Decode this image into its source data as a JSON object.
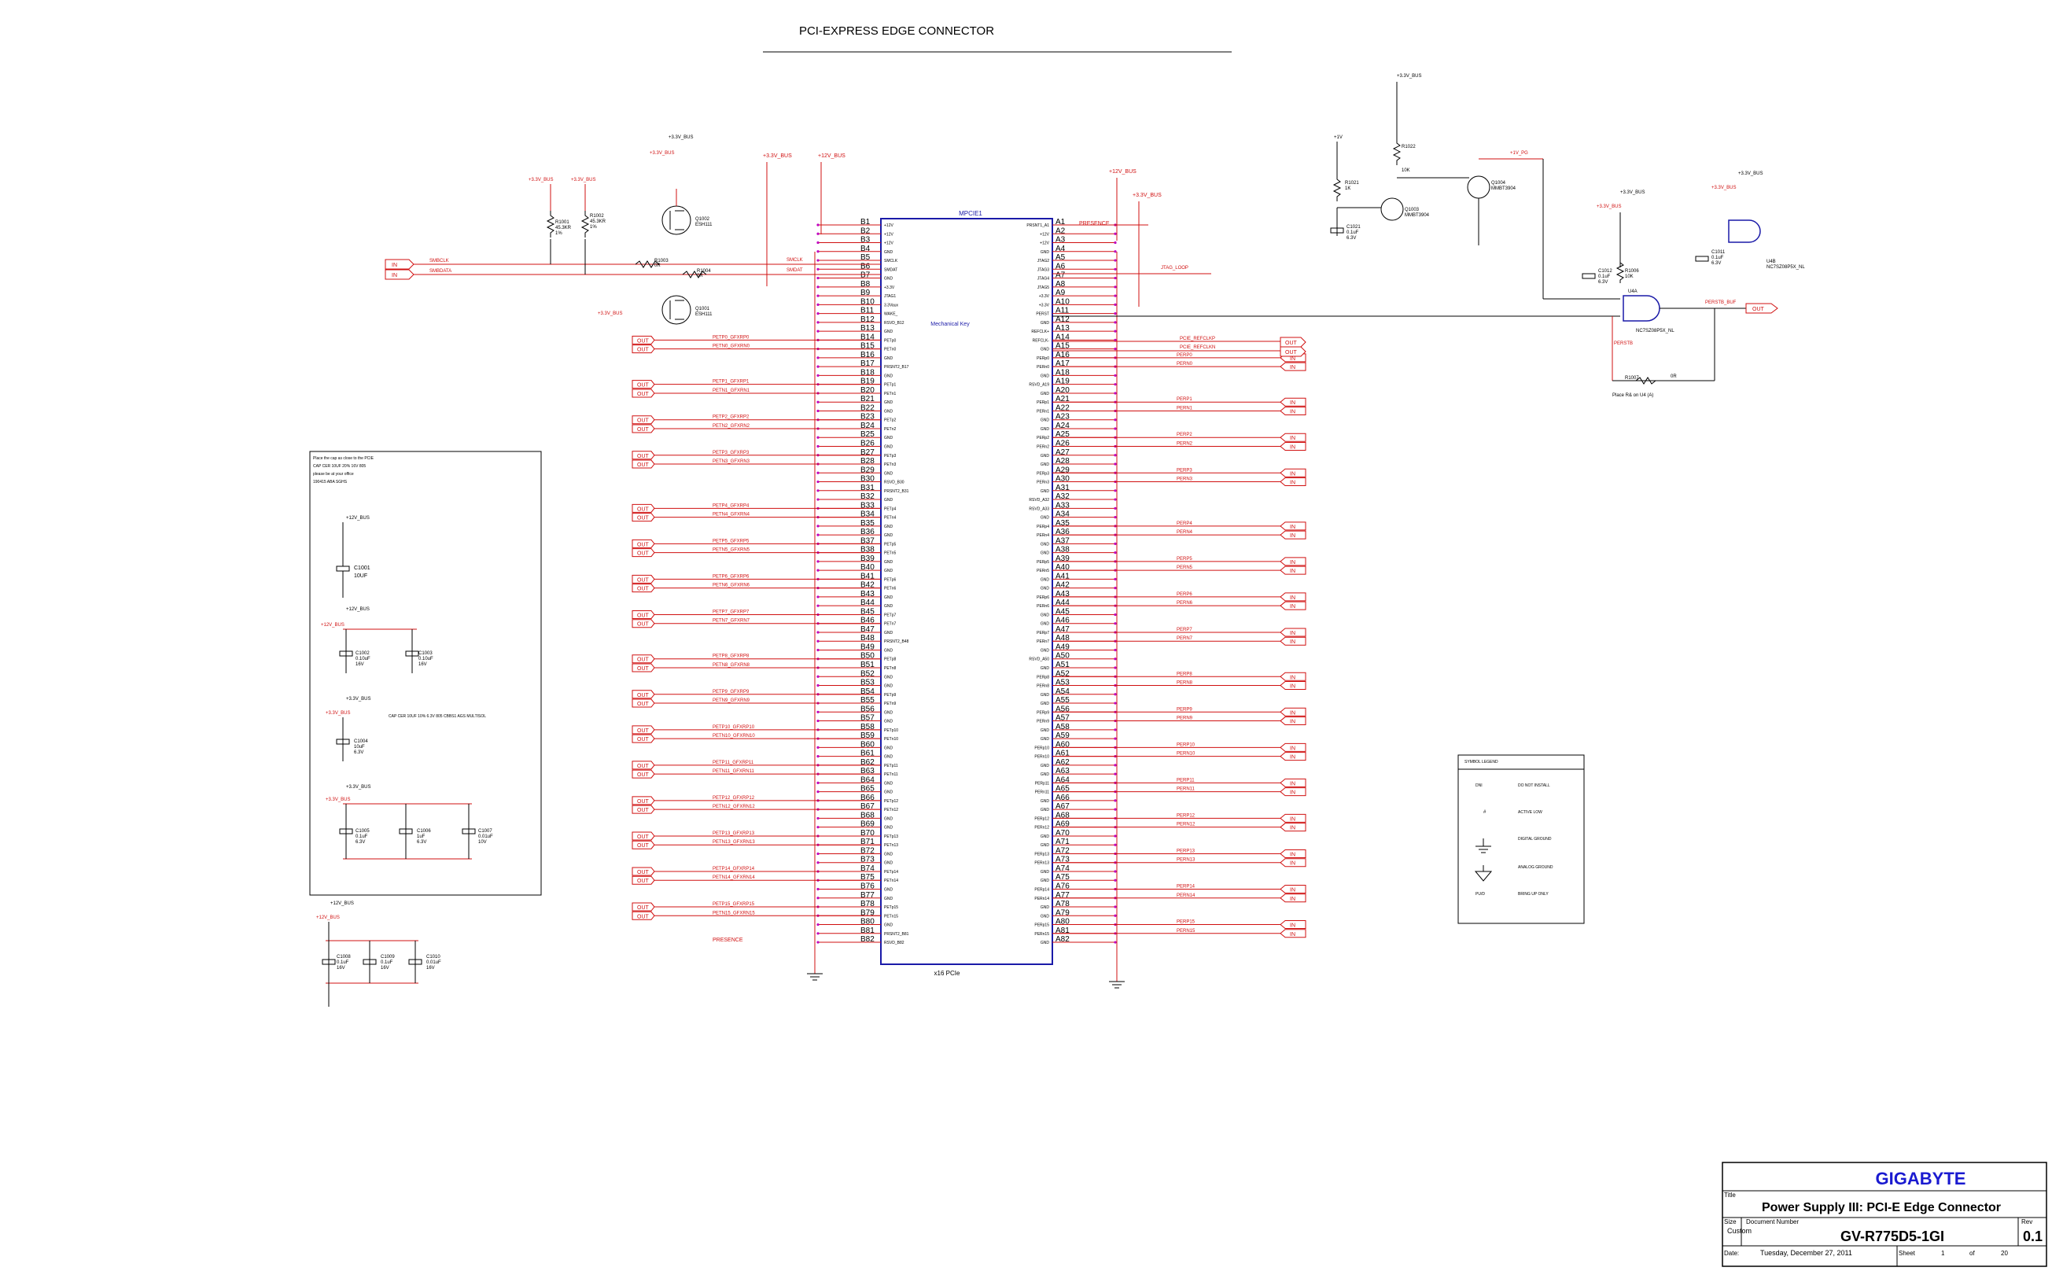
{
  "title": "PCI-EXPRESS EDGE CONNECTOR",
  "connector": {
    "refdes": "MPCIE1",
    "part": "x16 PCIe",
    "mechanical_key": "Mechanical Key"
  },
  "b_pins": [
    "B1",
    "B2",
    "B3",
    "B4",
    "B5",
    "B6",
    "B7",
    "B8",
    "B9",
    "B10",
    "B11",
    "B12",
    "B13",
    "B14",
    "B15",
    "B16",
    "B17",
    "B18",
    "B19",
    "B20",
    "B21",
    "B22",
    "B23",
    "B24",
    "B25",
    "B26",
    "B27",
    "B28",
    "B29",
    "B30",
    "B31",
    "B32",
    "B33",
    "B34",
    "B35",
    "B36",
    "B37",
    "B38",
    "B39",
    "B40",
    "B41",
    "B42",
    "B43",
    "B44",
    "B45",
    "B46",
    "B47",
    "B48",
    "B49",
    "B50",
    "B51",
    "B52",
    "B53",
    "B54",
    "B55",
    "B56",
    "B57",
    "B58",
    "B59",
    "B60",
    "B61",
    "B62",
    "B63",
    "B64",
    "B65",
    "B66",
    "B67",
    "B68",
    "B69",
    "B70",
    "B71",
    "B72",
    "B73",
    "B74",
    "B75",
    "B76",
    "B77",
    "B78",
    "B79",
    "B80",
    "B81",
    "B82"
  ],
  "a_pins": [
    "A1",
    "A2",
    "A3",
    "A4",
    "A5",
    "A6",
    "A7",
    "A8",
    "A9",
    "A10",
    "A11",
    "A12",
    "A13",
    "A14",
    "A15",
    "A16",
    "A17",
    "A18",
    "A19",
    "A20",
    "A21",
    "A22",
    "A23",
    "A24",
    "A25",
    "A26",
    "A27",
    "A28",
    "A29",
    "A30",
    "A31",
    "A32",
    "A33",
    "A34",
    "A35",
    "A36",
    "A37",
    "A38",
    "A39",
    "A40",
    "A41",
    "A42",
    "A43",
    "A44",
    "A45",
    "A46",
    "A47",
    "A48",
    "A49",
    "A50",
    "A51",
    "A52",
    "A53",
    "A54",
    "A55",
    "A56",
    "A57",
    "A58",
    "A59",
    "A60",
    "A61",
    "A62",
    "A63",
    "A64",
    "A65",
    "A66",
    "A67",
    "A68",
    "A69",
    "A70",
    "A71",
    "A72",
    "A73",
    "A74",
    "A75",
    "A76",
    "A77",
    "A78",
    "A79",
    "A80",
    "A81",
    "A82"
  ],
  "b_names": [
    "+12V",
    "+12V",
    "+12V",
    "GND",
    "SMCLK",
    "SMDAT",
    "GND",
    "+3.3V",
    "JTAG1",
    "3.3Vaux",
    "WAKE_",
    "RSVD_B12",
    "GND",
    "PETp0",
    "PETn0",
    "GND",
    "PRSNT2_B17",
    "GND",
    "PETp1",
    "PETn1",
    "GND",
    "GND",
    "PETp2",
    "PETn2",
    "GND",
    "GND",
    "PETp3",
    "PETn3",
    "GND",
    "RSVD_B30",
    "PRSNT2_B31",
    "GND",
    "PETp4",
    "PETn4",
    "GND",
    "GND",
    "PETp5",
    "PETn5",
    "GND",
    "GND",
    "PETp6",
    "PETn6",
    "GND",
    "GND",
    "PETp7",
    "PETn7",
    "GND",
    "PRSNT2_B48",
    "GND",
    "PETp8",
    "PETn8",
    "GND",
    "GND",
    "PETp9",
    "PETn9",
    "GND",
    "GND",
    "PETp10",
    "PETn10",
    "GND",
    "GND",
    "PETp11",
    "PETn11",
    "GND",
    "GND",
    "PETp12",
    "PETn12",
    "GND",
    "GND",
    "PETp13",
    "PETn13",
    "GND",
    "GND",
    "PETp14",
    "PETn14",
    "GND",
    "GND",
    "PETp15",
    "PETn15",
    "GND",
    "PRSNT2_B81",
    "RSVD_B82"
  ],
  "a_names": [
    "PRSNT1_A1",
    "+12V",
    "+12V",
    "GND",
    "JTAG2",
    "JTAG3",
    "JTAG4",
    "JTAG5",
    "+3.3V",
    "+3.3V",
    "PERST",
    "GND",
    "REFCLK+",
    "REFCLK-",
    "GND",
    "PERp0",
    "PERn0",
    "GND",
    "RSVD_A19",
    "GND",
    "PERp1",
    "PERn1",
    "GND",
    "GND",
    "PERp2",
    "PERn2",
    "GND",
    "GND",
    "PERp3",
    "PERn3",
    "GND",
    "RSVD_A32",
    "RSVD_A33",
    "GND",
    "PERp4",
    "PERn4",
    "GND",
    "GND",
    "PERp5",
    "PERn5",
    "GND",
    "GND",
    "PERp6",
    "PERn6",
    "GND",
    "GND",
    "PERp7",
    "PERn7",
    "GND",
    "RSVD_A50",
    "GND",
    "PERp8",
    "PERn8",
    "GND",
    "GND",
    "PERp9",
    "PERn9",
    "GND",
    "GND",
    "PERp10",
    "PERn10",
    "GND",
    "GND",
    "PERp11",
    "PERn11",
    "GND",
    "GND",
    "PERp12",
    "PERn12",
    "GND",
    "GND",
    "PERp13",
    "PERn13",
    "GND",
    "GND",
    "PERp14",
    "PERn14",
    "GND",
    "GND",
    "PERp15",
    "PERn15",
    "GND"
  ],
  "tx_nets": [
    [
      "PETP0_GFXRP0",
      "PETN0_GFXRN0"
    ],
    [
      "PETP1_GFXRP1",
      "PETN1_GFXRN1"
    ],
    [
      "PETP2_GFXRP2",
      "PETN2_GFXRN2"
    ],
    [
      "PETP3_GFXRP3",
      "PETN3_GFXRN3"
    ],
    [
      "PETP4_GFXRP4",
      "PETN4_GFXRN4"
    ],
    [
      "PETP5_GFXRP5",
      "PETN5_GFXRN5"
    ],
    [
      "PETP6_GFXRP6",
      "PETN6_GFXRN6"
    ],
    [
      "PETP7_GFXRP7",
      "PETN7_GFXRN7"
    ],
    [
      "PETP8_GFXRP8",
      "PETN8_GFXRN8"
    ],
    [
      "PETP9_GFXRP9",
      "PETN9_GFXRN9"
    ],
    [
      "PETP10_GFXRP10",
      "PETN10_GFXRN10"
    ],
    [
      "PETP11_GFXRP11",
      "PETN11_GFXRN11"
    ],
    [
      "PETP12_GFXRP12",
      "PETN12_GFXRN12"
    ],
    [
      "PETP13_GFXRP13",
      "PETN13_GFXRN13"
    ],
    [
      "PETP14_GFXRP14",
      "PETN14_GFXRN14"
    ],
    [
      "PETP15_GFXRP15",
      "PETN15_GFXRN15"
    ]
  ],
  "rx_nets": [
    [
      "PERP0",
      "PERN0"
    ],
    [
      "PERP1",
      "PERN1"
    ],
    [
      "PERP2",
      "PERN2"
    ],
    [
      "PERP3",
      "PERN3"
    ],
    [
      "PERP4",
      "PERN4"
    ],
    [
      "PERP5",
      "PERN5"
    ],
    [
      "PERP6",
      "PERN6"
    ],
    [
      "PERP7",
      "PERN7"
    ],
    [
      "PERP8",
      "PERN8"
    ],
    [
      "PERP9",
      "PERN9"
    ],
    [
      "PERP10",
      "PERN10"
    ],
    [
      "PERP11",
      "PERN11"
    ],
    [
      "PERP12",
      "PERN12"
    ],
    [
      "PERP13",
      "PERN13"
    ],
    [
      "PERP14",
      "PERN14"
    ],
    [
      "PERP15",
      "PERN15"
    ]
  ],
  "port_out": "OUT",
  "port_in": "IN",
  "nets": {
    "presence": "PRESENCE",
    "smclk": "SMCLK",
    "smdat": "SMDAT",
    "smcl_in": "SMBCLK",
    "smda_in": "SMBDATA",
    "jtag_loop": "JTAG_LOOP",
    "refclkp": "PCIE_REFCLKP",
    "refclkn": "PCIE_REFCLKN",
    "perst": "PERSTB",
    "perst_buf": "PERSTB_BUF",
    "pg": "+1V_PG",
    "v33": "+3.3V_BUS",
    "v12": "+12V_BUS",
    "v1": "+1V"
  },
  "components": {
    "q1002": [
      "Q1002",
      "ESH111"
    ],
    "q1001": [
      "Q1001",
      "ESH111"
    ],
    "r1001": [
      "R1001",
      "45.3KR",
      "1%"
    ],
    "r1002": [
      "R1002",
      "45.3KR",
      "1%"
    ],
    "r1003": [
      "R1003",
      "0R"
    ],
    "r1004": [
      "R1004",
      "0R"
    ],
    "r1021": [
      "R1021",
      "1K"
    ],
    "r1022": [
      "R1022",
      "10K"
    ],
    "q1003": [
      "Q1003",
      "MMBT3904"
    ],
    "q1004": [
      "Q1004",
      "MMBT3904"
    ],
    "c1021": [
      "C1021",
      "0.1uF",
      "6.3V"
    ],
    "c1012": [
      "C1012",
      "0.1uF",
      "6.3V"
    ],
    "r1006": [
      "R1006",
      "10K"
    ],
    "r1007": [
      "R1007",
      "0R"
    ],
    "u4a": [
      "U4A",
      "NC7SZ08P5X_NL"
    ],
    "u4b": [
      "U4B",
      "NC7SZ08P5X_NL"
    ],
    "c1011": [
      "C1011",
      "0.1uF",
      "6.3V"
    ],
    "place_note": "Place R& on U4 (A)",
    "c1001": [
      "C1001",
      "10UF"
    ],
    "c1002": [
      "C1002",
      "0.10uF",
      "16V"
    ],
    "c1003": [
      "C1003",
      "0.10uF",
      "16V"
    ],
    "c1004": [
      "C1004",
      "10uF",
      "6.3V"
    ],
    "c1005": [
      "C1005",
      "0.1uF",
      "6.3V"
    ],
    "c1006": [
      "C1006",
      "1uF",
      "6.3V"
    ],
    "c1007": [
      "C1007",
      "0.01uF",
      "10V"
    ],
    "c1008": [
      "C1008",
      "0.1uF",
      "16V"
    ],
    "c1009": [
      "C1009",
      "0.1uF",
      "16V"
    ],
    "c1010": [
      "C1010",
      "0.01uF",
      "16V"
    ],
    "nopop": "DNI"
  },
  "note_box": [
    "Place the cap as close to the PCIE",
    "CAP CER 10UF 20% 16V 805",
    "please be at your office",
    "190415 ABA SGHS"
  ],
  "note_cap": "CAP CER 10UF 10% 6.3V 805 CBBS1 AGS MULTISOL",
  "legend": {
    "title": "SYMBOL LEGEND",
    "items": [
      [
        "DNI",
        "DO NOT INSTALL"
      ],
      [
        "#",
        "ACTIVE LOW"
      ],
      [
        "",
        "DIGITAL GROUND"
      ],
      [
        "",
        "ANALOG GROUND"
      ],
      [
        "PU/D",
        "BRING UP ONLY"
      ]
    ]
  },
  "title_block": {
    "company": "GIGABYTE",
    "title_label": "Title",
    "title": "Power Supply III: PCI-E Edge Connector",
    "size_label": "Size",
    "size": "Custom",
    "doc_label": "Document Number",
    "doc": "GV-R775D5-1GI",
    "rev_label": "Rev",
    "rev": "0.1",
    "date_label": "Date:",
    "date": "Tuesday, December 27, 2011",
    "sheet_label": "Sheet",
    "sheet": "1",
    "of_label": "of",
    "of": "20"
  }
}
